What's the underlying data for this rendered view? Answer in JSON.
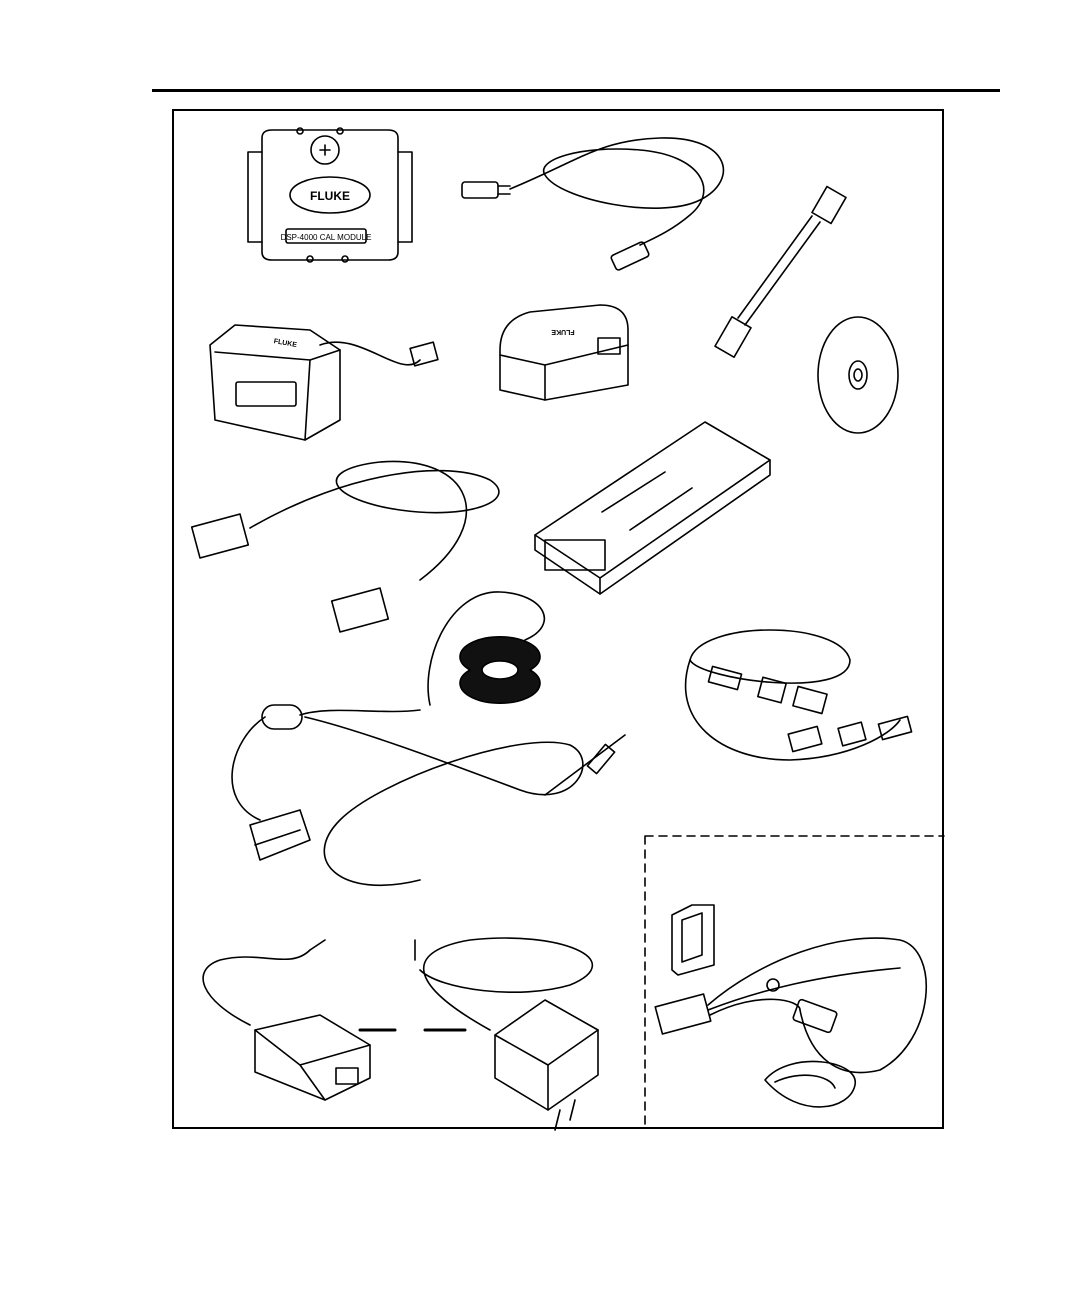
{
  "page": {
    "figure": {
      "items": [
        {
          "label_on_item": "FLUKE",
          "module_label": "DSP-4000 CAL MODULE"
        },
        {
          "label_on_item": "FLUKE"
        },
        {
          "label_on_item": "FLUKE"
        }
      ]
    }
  },
  "colors": {
    "ink": "#000000",
    "paper": "#ffffff",
    "ferrite": "#111111"
  }
}
